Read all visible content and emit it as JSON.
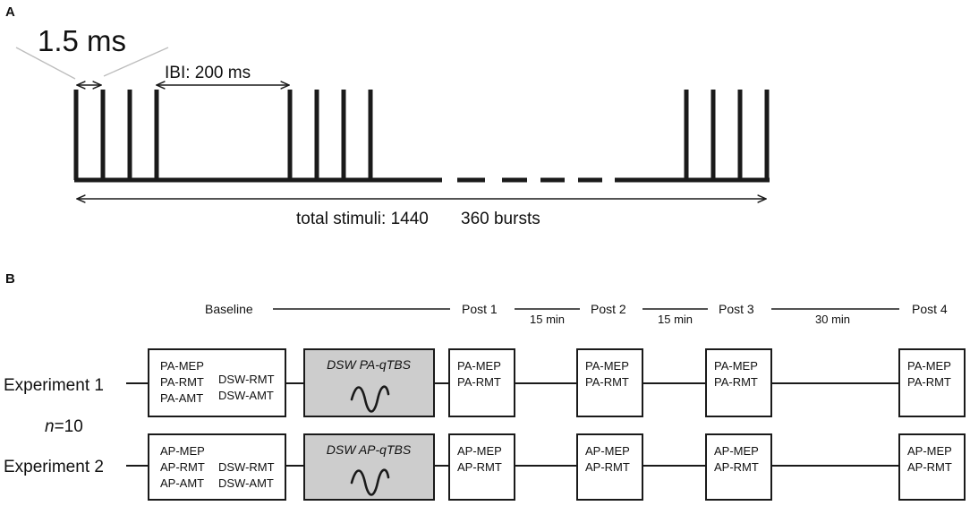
{
  "panel_a": {
    "label": "A",
    "pulse_width_label": "1.5 ms",
    "ibi_label": "IBI: 200 ms",
    "total_stimuli_label": "total stimuli: 1440",
    "bursts_label": "360 bursts"
  },
  "panel_b": {
    "label": "B",
    "timeline": {
      "baseline": "Baseline",
      "post1": "Post 1",
      "post2": "Post 2",
      "post3": "Post 3",
      "post4": "Post 4",
      "interval1": "15 min",
      "interval2": "15 min",
      "interval3": "30 min"
    },
    "n_prefix": "n",
    "n_suffix": "=10",
    "experiments": [
      {
        "name": "Experiment 1",
        "baseline_left": [
          "PA-MEP",
          "PA-RMT",
          "PA-AMT"
        ],
        "baseline_right": [
          "DSW-RMT",
          "DSW-AMT"
        ],
        "intervention": "DSW PA-qTBS",
        "post": [
          "PA-MEP",
          "PA-RMT"
        ]
      },
      {
        "name": "Experiment 2",
        "baseline_left": [
          "AP-MEP",
          "AP-RMT",
          "AP-AMT"
        ],
        "baseline_right": [
          "DSW-RMT",
          "DSW-AMT"
        ],
        "intervention": "DSW AP-qTBS",
        "post": [
          "AP-MEP",
          "AP-RMT"
        ]
      }
    ]
  },
  "colors": {
    "line": "#1a1a1a",
    "intervention_fill": "#cdcdcd",
    "guide": "#bdbdbd"
  }
}
